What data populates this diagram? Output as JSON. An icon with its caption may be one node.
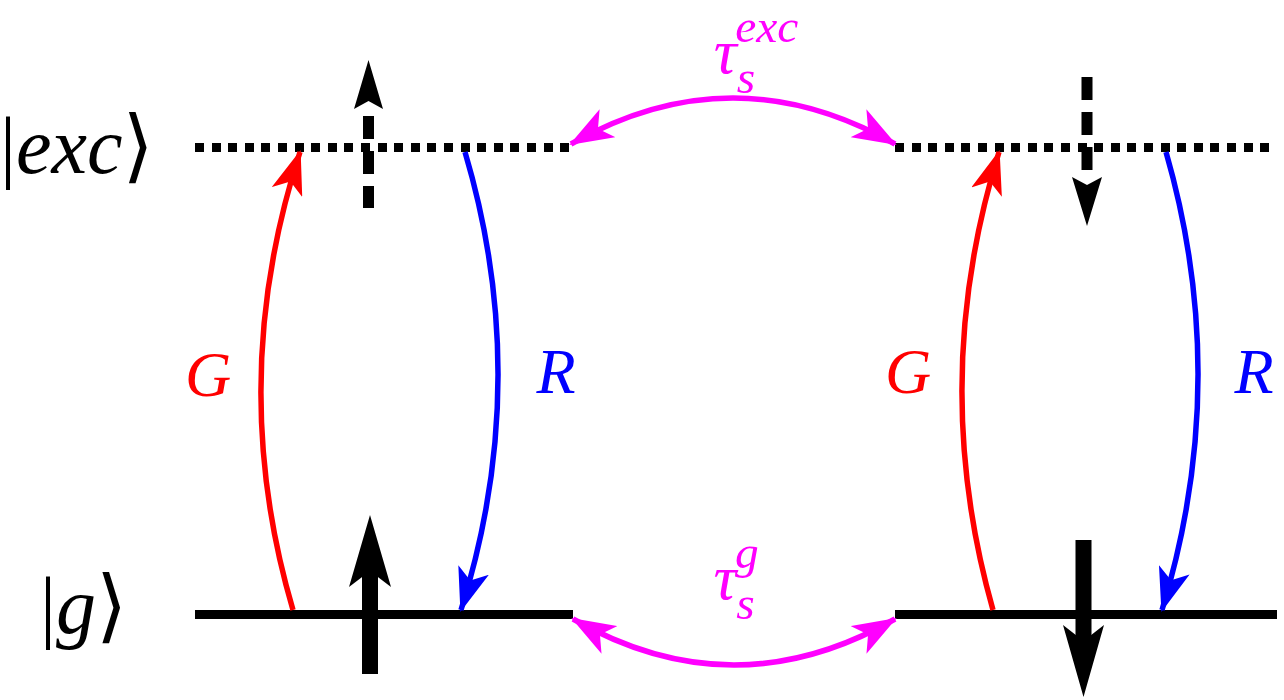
{
  "diagram": {
    "nodes": [
      {
        "text": [],
        "shape": "line",
        "beside": [
          "|*exc*⟩"
        ]
      },
      {
        "text": [],
        "shape": "line"
      },
      {
        "text": [],
        "shape": "line",
        "beside": [
          "|*g*⟩"
        ]
      },
      {
        "text": [],
        "shape": "line"
      }
    ],
    "edges": [
      {
        "from": 2,
        "to": 0,
        "arrow": "to",
        "label": "G",
        "color": "#ff0000"
      },
      {
        "from": 0,
        "to": 2,
        "arrow": "to",
        "label": "R",
        "color": "#0000ff"
      },
      {
        "from": 3,
        "to": 1,
        "arrow": "to",
        "label": "G",
        "color": "#ff0000"
      },
      {
        "from": 1,
        "to": 3,
        "arrow": "to",
        "label": "R",
        "color": "#0000ff"
      },
      {
        "from": 0,
        "to": 1,
        "arrow": "both",
        "label": "τ$_{s}$$^{exc}$",
        "color": "#ff00ff"
      },
      {
        "from": 2,
        "to": 3,
        "arrow": "both",
        "label": "τ$_{s}$$^{g}$",
        "color": "#ff00ff"
      }
    ]
  }
}
